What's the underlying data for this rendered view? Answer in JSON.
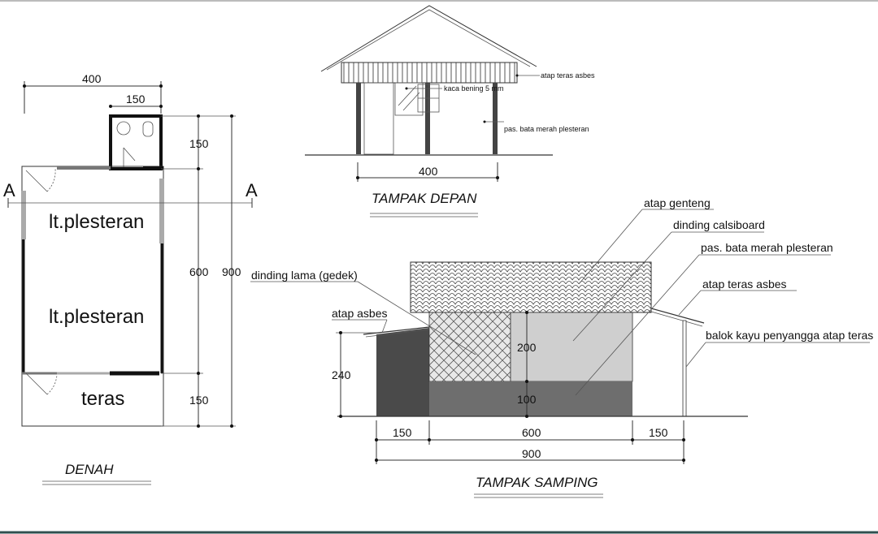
{
  "denah": {
    "dim_top_total": "400",
    "dim_top_wc": "150",
    "dim_right_wc": "150",
    "dim_right_main": "600",
    "dim_right_teras": "150",
    "dim_right_total": "900",
    "section_mark_left": "A",
    "section_mark_right": "A",
    "room_upper": "lt.plesteran",
    "room_lower": "lt.plesteran",
    "room_teras": "teras",
    "title": "DENAH"
  },
  "tampak_depan": {
    "note_roof": "atap teras asbes",
    "note_glass": "kaca bening  5 mm",
    "note_wall": "pas. bata merah plesteran",
    "dim_width": "400",
    "title": "TAMPAK DEPAN"
  },
  "tampak_samping": {
    "note_genteng": "atap genteng",
    "note_calsiboard": "dinding calsiboard",
    "note_bata": "pas. bata merah plesteran",
    "note_teras_asbes": "atap teras asbes",
    "note_balok": "balok kayu penyangga atap teras",
    "note_gedek": "dinding lama (gedek)",
    "note_asbes": "atap asbes",
    "dim_height_left": "240",
    "dim_upper": "200",
    "dim_lower": "100",
    "dim_seg_left": "150",
    "dim_seg_mid": "600",
    "dim_seg_right": "150",
    "dim_total": "900",
    "title": "TAMPAK SAMPING"
  },
  "colors": {
    "dark_wall": "#4a4a4a",
    "mid_wall": "#6e6e6e",
    "light_wall": "#cfcfcf",
    "gedek_fill": "#e6e6e6"
  }
}
